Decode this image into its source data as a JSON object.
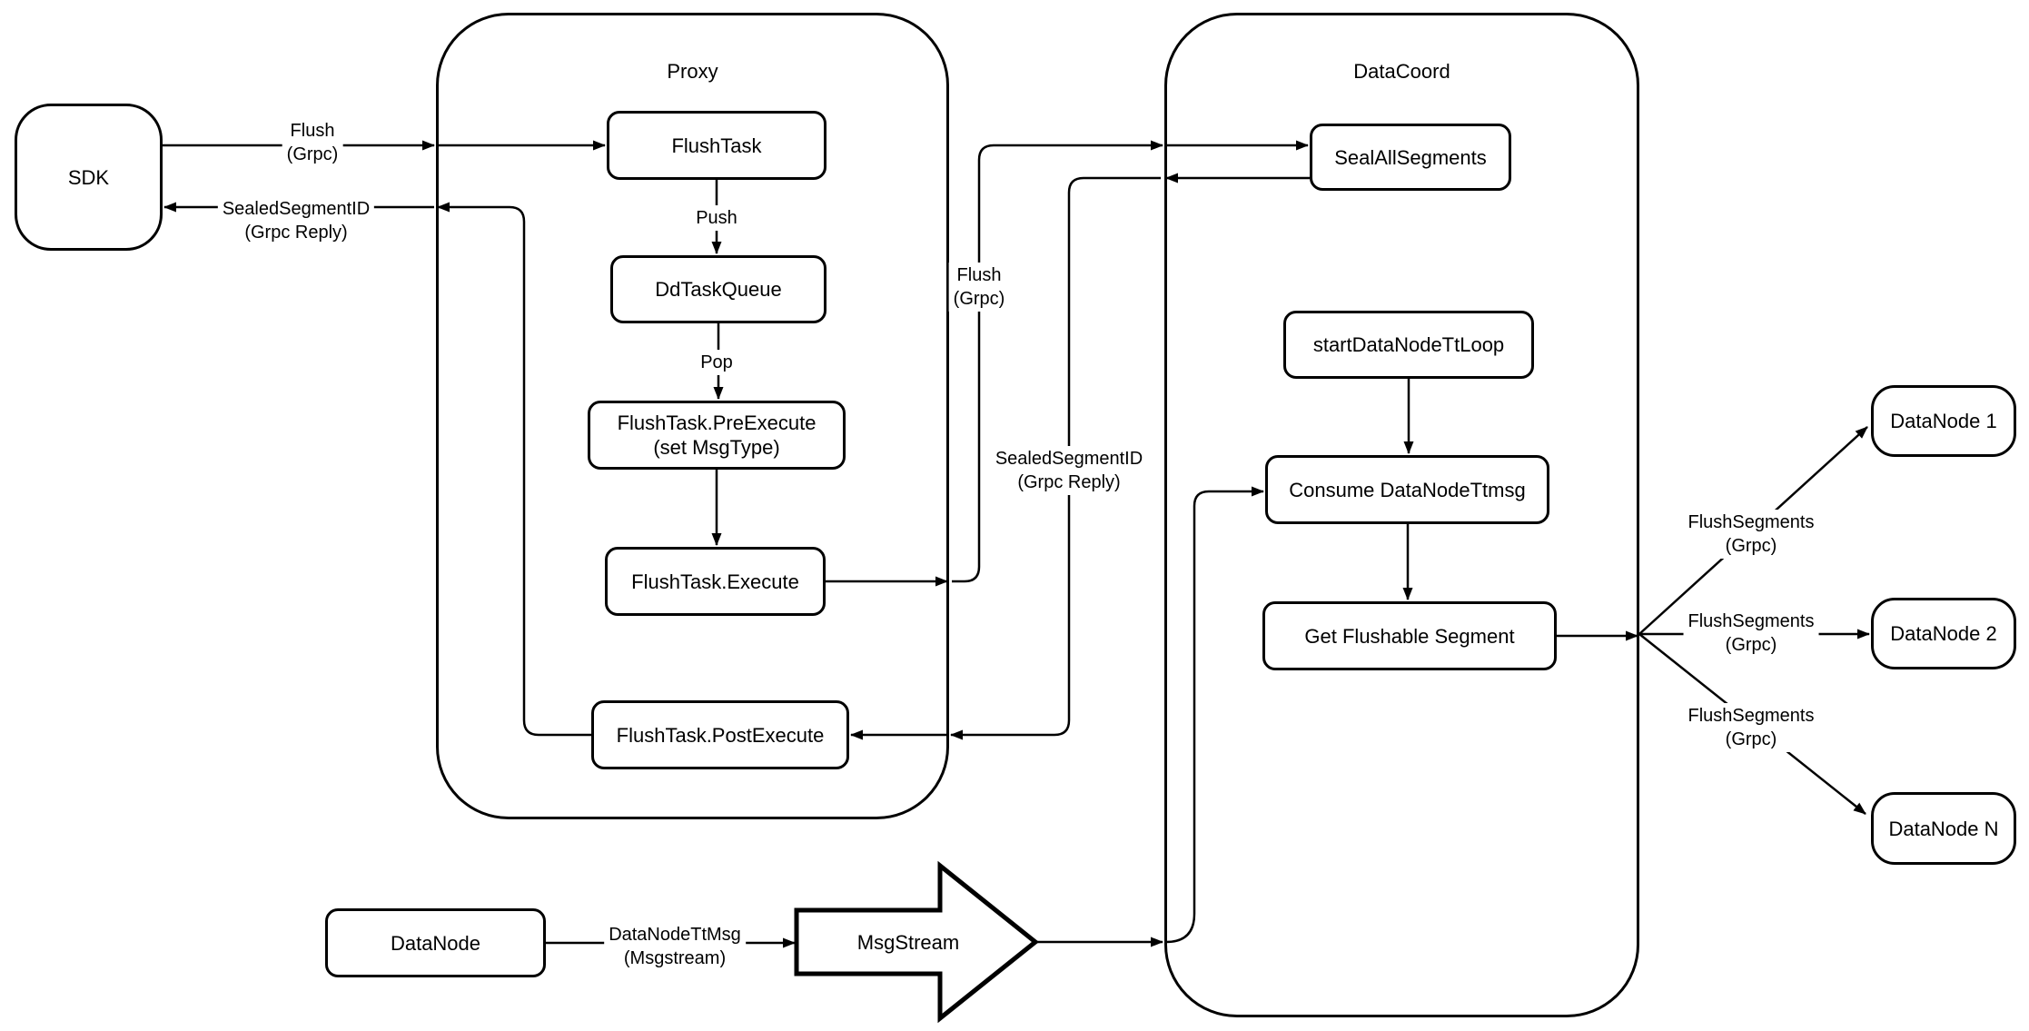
{
  "diagram": {
    "background_color": "#ffffff",
    "stroke_color": "#000000",
    "containers": {
      "proxy": {
        "label": "Proxy"
      },
      "datacoord": {
        "label": "DataCoord"
      }
    },
    "nodes": {
      "sdk": {
        "label": "SDK"
      },
      "flush_task": {
        "label": "FlushTask"
      },
      "dd_task_queue": {
        "label": "DdTaskQueue"
      },
      "pre_execute": {
        "label": "FlushTask.PreExecute\n(set MsgType)"
      },
      "execute": {
        "label": "FlushTask.Execute"
      },
      "post_execute": {
        "label": "FlushTask.PostExecute"
      },
      "seal_all_segments": {
        "label": "SealAllSegments"
      },
      "start_datanode_tt_loop": {
        "label": "startDataNodeTtLoop"
      },
      "consume_datanode_ttmsg": {
        "label": "Consume DataNodeTtmsg"
      },
      "get_flushable_segment": {
        "label": "Get Flushable Segment"
      },
      "datanode_1": {
        "label": "DataNode 1"
      },
      "datanode_2": {
        "label": "DataNode 2"
      },
      "datanode_n": {
        "label": "DataNode N"
      },
      "datanode_source": {
        "label": "DataNode"
      },
      "msgstream": {
        "label": "MsgStream"
      }
    },
    "edge_labels": {
      "flush_sdk_to_proxy": "Flush\n(Grpc)",
      "sealed_segment_to_sdk": "SealedSegmentID\n(Grpc Reply)",
      "push": "Push",
      "pop": "Pop",
      "flush_proxy_to_datacoord": "Flush\n(Grpc)",
      "sealed_segment_to_proxy": "SealedSegmentID\n(Grpc Reply)",
      "flush_segments_1": "FlushSegments\n(Grpc)",
      "flush_segments_2": "FlushSegments\n(Grpc)",
      "flush_segments_n": "FlushSegments\n(Grpc)",
      "datanode_ttmsg": "DataNodeTtMsg\n(Msgstream)"
    }
  }
}
